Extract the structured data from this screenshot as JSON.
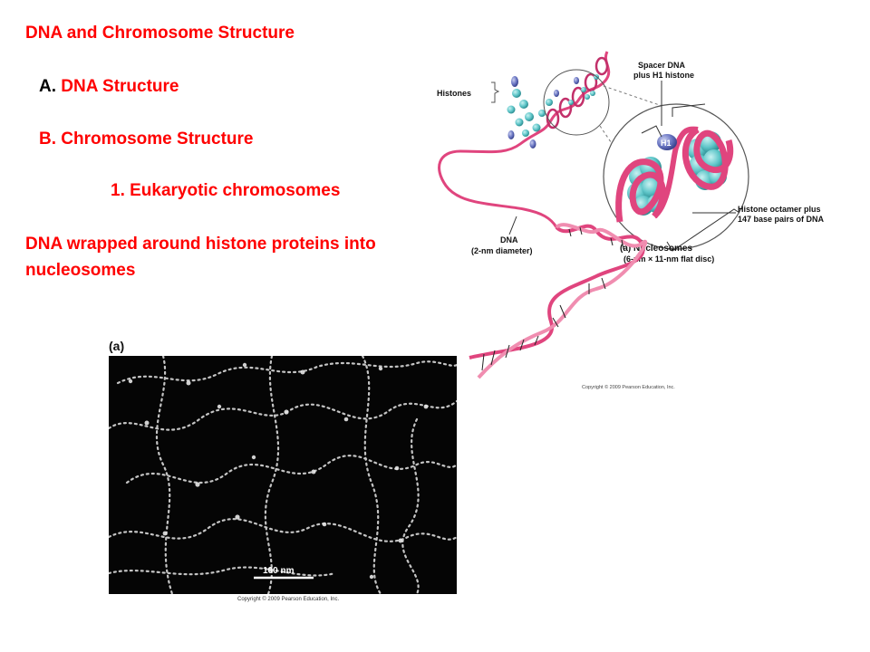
{
  "slide": {
    "title": "DNA and Chromosome Structure",
    "outline": {
      "a_marker": "A.",
      "a_text": "DNA Structure",
      "b_marker": "B.",
      "b_text": "Chromosome Structure",
      "b1_text": "1. Eukaryotic chromosomes"
    },
    "caption_line1": "DNA wrapped around histone proteins into",
    "caption_line2": "nucleosomes"
  },
  "diagram": {
    "histones_label": "Histones",
    "spacer_line1": "Spacer DNA",
    "spacer_line2": "plus H1 histone",
    "h1_label": "H1",
    "octamer_line1": "Histone octamer plus",
    "octamer_line2": "147 base pairs of DNA",
    "dna_label": "DNA",
    "dna_diameter": "(2-nm diameter)",
    "nucleosomes_title": "(a) Nucleosomes",
    "nucleosomes_size": "(6-nm × 11-nm flat disc)",
    "copyright": "Copyright © 2009 Pearson Education, Inc."
  },
  "micrograph": {
    "panel_label": "(a)",
    "scale_bar": "100 nm",
    "copyright": "Copyright © 2009 Pearson Education, Inc."
  },
  "colors": {
    "accent_red": "#ff0000",
    "dna_pink": "#e0457e",
    "histone_teal": "#5fc6c9",
    "h1_blue": "#6c78c4"
  }
}
